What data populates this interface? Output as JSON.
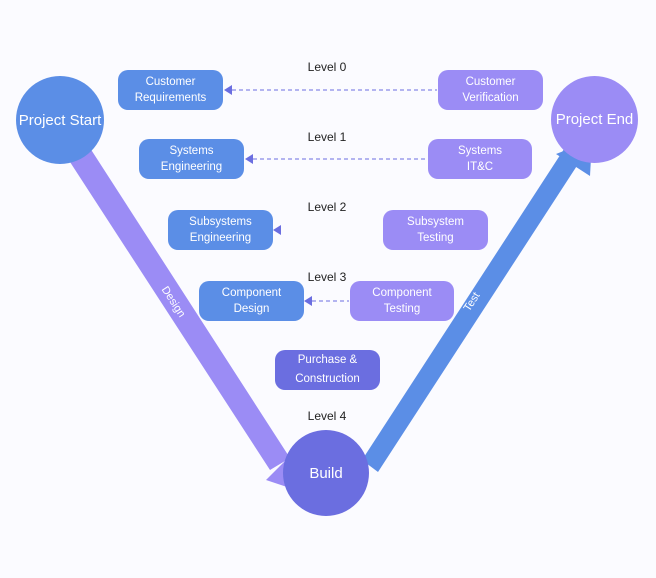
{
  "colors": {
    "left_blue": "#5b8ee6",
    "right_violet": "#9b8cf5",
    "mid_indigo": "#6b6ee0",
    "design_arrow": "#9b8cf5",
    "test_arrow": "#5b8ee6",
    "connector": "#6b6ee0"
  },
  "nodes": {
    "project_start": "Project Start",
    "project_end": "Project End",
    "build": "Build"
  },
  "arrows": {
    "design": "Design",
    "test": "Test"
  },
  "levels": [
    "Level 0",
    "Level 1",
    "Level 2",
    "Level 3",
    "Level 4"
  ],
  "left_boxes": [
    "Customer\nRequirements",
    "Systems\nEngineering",
    "Subsystems\nEngineering",
    "Component\nDesign"
  ],
  "right_boxes": [
    "Customer\nVerification",
    "Systems\nIT&C",
    "Subsystem\nTesting",
    "Component\nTesting"
  ],
  "center_box": "Purchase &\nConstruction"
}
